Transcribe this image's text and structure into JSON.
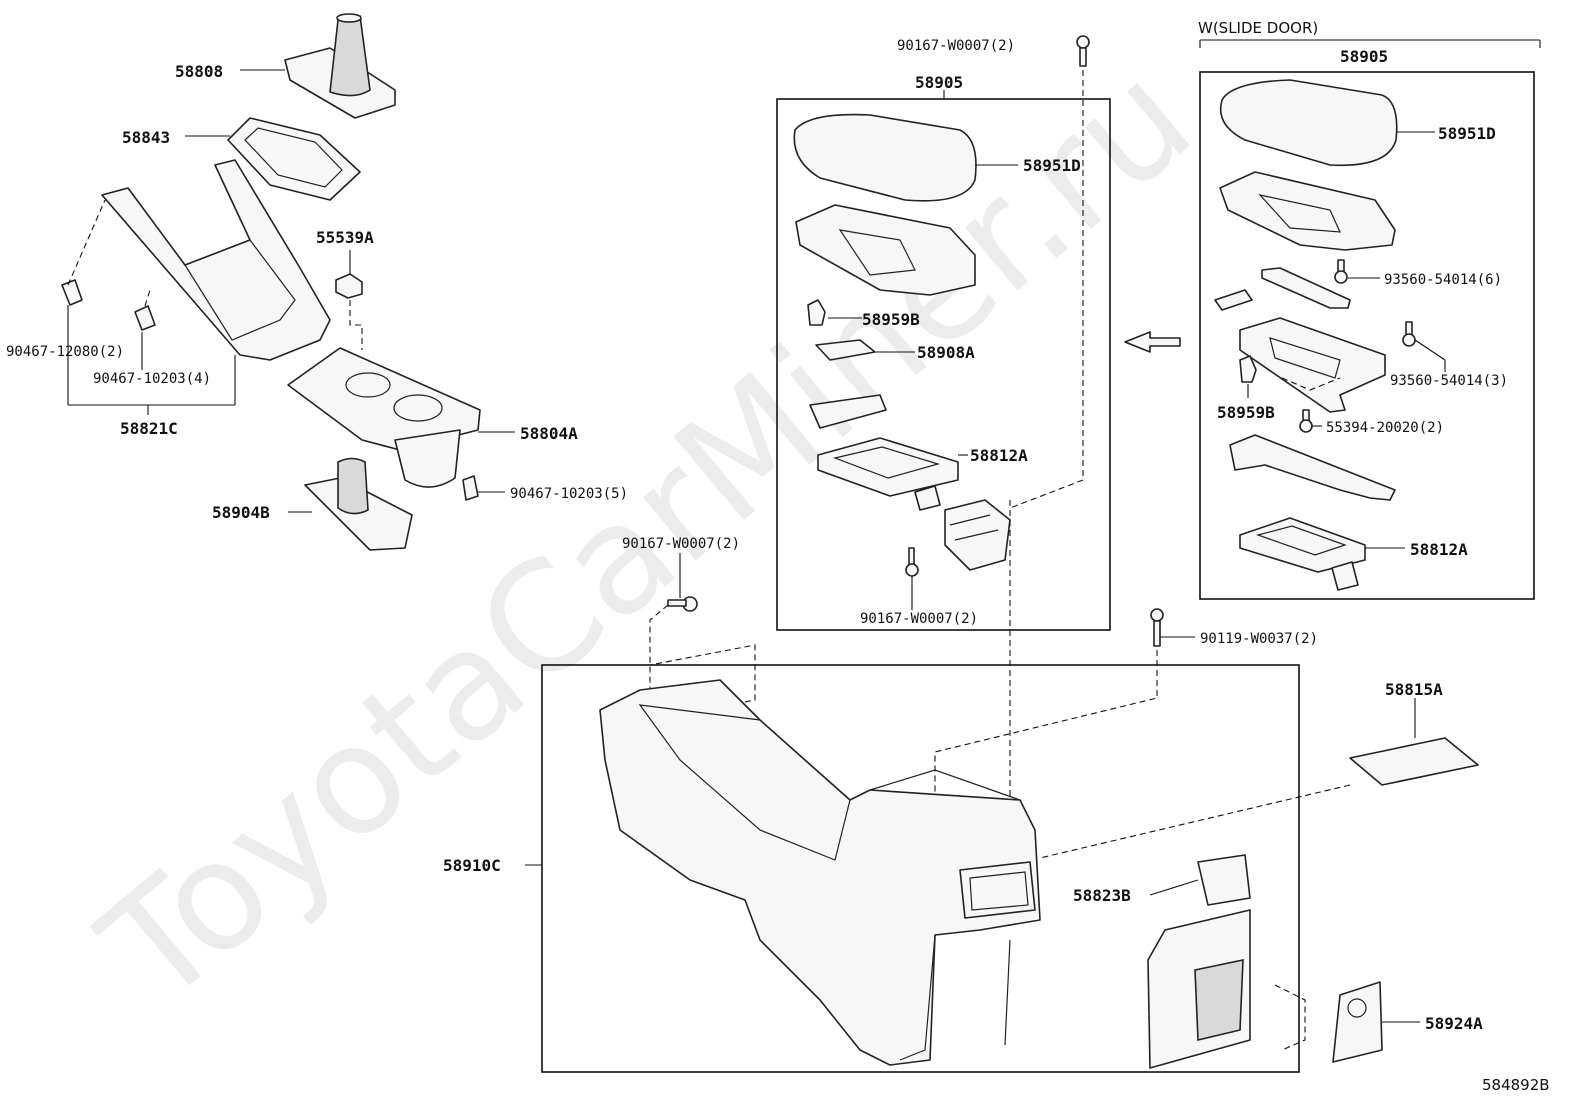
{
  "watermark": "ToyotaCarMiner.ru",
  "variant_label": "W(SLIDE DOOR)",
  "diagram_code": "584892B",
  "parts": {
    "shift_boot": "58808",
    "shift_bezel": "58843",
    "upper_panel": "58821C",
    "clip_a": "90467-12080(2)",
    "clip_b": "90467-10203(4)",
    "clip_c": "90467-10203(5)",
    "spacer": "55539A",
    "cup_holder": "58804A",
    "tray": "58904B",
    "screw_left": "90167-W0007(2)",
    "screw_top": "90167-W0007(2)",
    "screw_mid": "90167-W0007(2)",
    "box_std": "58905",
    "lid_std": "58951D",
    "clip_std": "58959B",
    "lock_std": "58908A",
    "inner_std": "58812A",
    "box_slide": "58905",
    "lid_slide": "58951D",
    "screw_6": "93560-54014(6)",
    "screw_3": "93560-54014(3)",
    "clip_slide": "58959B",
    "nut_slide": "55394-20020(2)",
    "inner_slide": "58812A",
    "bolt": "90119-W0037(2)",
    "mat": "58815A",
    "console_body": "58910C",
    "side_panel": "58823B",
    "socket": "58924A"
  }
}
